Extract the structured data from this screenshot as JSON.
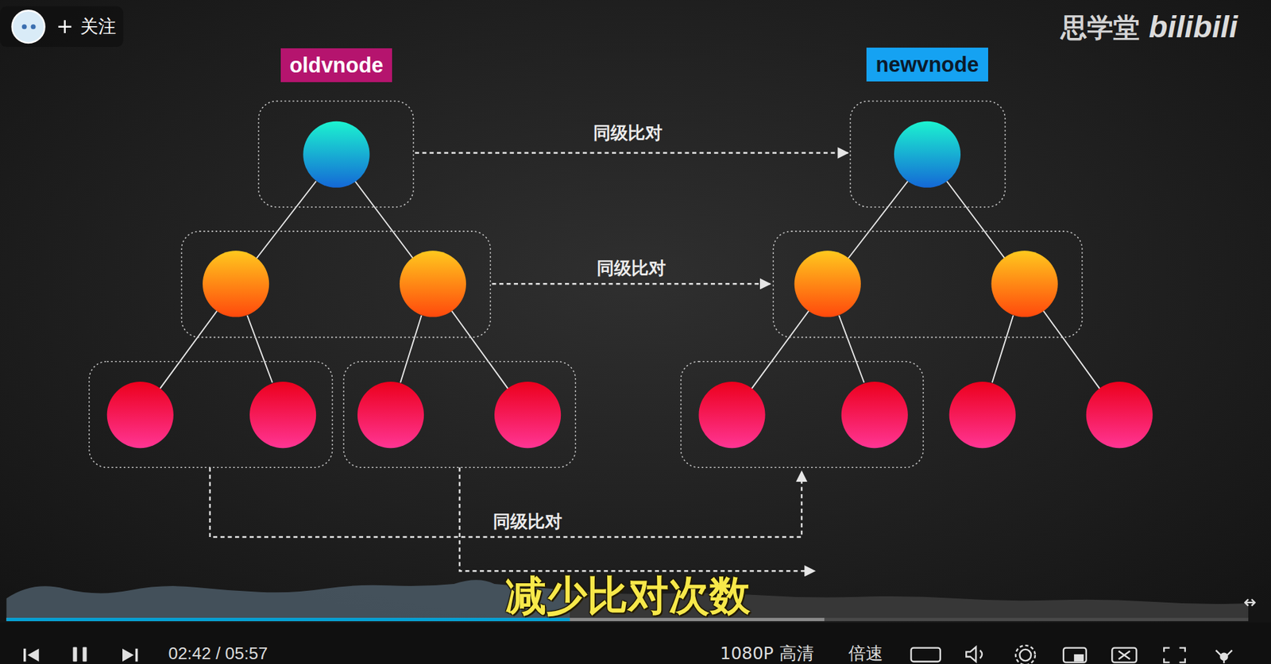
{
  "diagram": {
    "nodes": [
      {
        "text": [
          "oldvnode"
        ]
      },
      {
        "text": [
          "newvnode"
        ]
      }
    ],
    "labels": [
      "同级比对",
      "同级比对",
      "同级比对",
      "减少比对次数",
      "关注",
      "思学堂",
      "bilibili",
      "02:42 / 05:57",
      "1080P 高清",
      "倍速"
    ]
  }
}
